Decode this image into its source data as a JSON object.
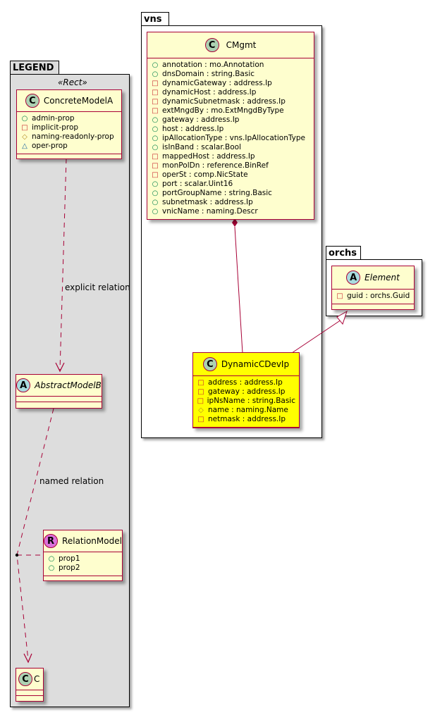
{
  "packages": {
    "legend": {
      "name": "LEGEND",
      "stereotype": "«Rect»"
    },
    "vns": {
      "name": "vns"
    },
    "orchs": {
      "name": "orchs"
    }
  },
  "visibility_symbols": {
    "public": "○",
    "private": "□",
    "protected": "◇",
    "package": "△"
  },
  "classes": {
    "concrete_model_a": {
      "name": "ConcreteModelA",
      "kind": "C",
      "attributes": [
        {
          "vis": "public",
          "text": "admin-prop"
        },
        {
          "vis": "private",
          "text": "implicit-prop"
        },
        {
          "vis": "protected",
          "text": "naming-readonly-prop"
        },
        {
          "vis": "package",
          "text": "oper-prop"
        }
      ]
    },
    "abstract_model_b": {
      "name": "AbstractModelB",
      "kind": "A",
      "attributes": []
    },
    "relation_model": {
      "name": "RelationModel",
      "kind": "R",
      "attributes": [
        {
          "vis": "public",
          "text": "prop1"
        },
        {
          "vis": "public",
          "text": "prop2"
        }
      ]
    },
    "c": {
      "name": "C",
      "kind": "C",
      "attributes": []
    },
    "cmgmt": {
      "name": "CMgmt",
      "kind": "C",
      "attributes": [
        {
          "vis": "public",
          "text": "annotation : mo.Annotation"
        },
        {
          "vis": "public",
          "text": "dnsDomain : string.Basic"
        },
        {
          "vis": "private",
          "text": "dynamicGateway : address.Ip"
        },
        {
          "vis": "private",
          "text": "dynamicHost : address.Ip"
        },
        {
          "vis": "private",
          "text": "dynamicSubnetmask : address.Ip"
        },
        {
          "vis": "private",
          "text": "extMngdBy : mo.ExtMngdByType"
        },
        {
          "vis": "public",
          "text": "gateway : address.Ip"
        },
        {
          "vis": "public",
          "text": "host : address.Ip"
        },
        {
          "vis": "public",
          "text": "ipAllocationType : vns.IpAllocationType"
        },
        {
          "vis": "public",
          "text": "isInBand : scalar.Bool"
        },
        {
          "vis": "private",
          "text": "mappedHost : address.Ip"
        },
        {
          "vis": "private",
          "text": "monPolDn : reference.BinRef"
        },
        {
          "vis": "private",
          "text": "operSt : comp.NicState"
        },
        {
          "vis": "public",
          "text": "port : scalar.Uint16"
        },
        {
          "vis": "public",
          "text": "portGroupName : string.Basic"
        },
        {
          "vis": "public",
          "text": "subnetmask : address.Ip"
        },
        {
          "vis": "public",
          "text": "vnicName : naming.Descr"
        }
      ]
    },
    "dynamic_cdev_ip": {
      "name": "DynamicCDevIp",
      "kind": "C",
      "highlight": "#ffff00",
      "attributes": [
        {
          "vis": "private",
          "text": "address : address.Ip"
        },
        {
          "vis": "private",
          "text": "gateway : address.Ip"
        },
        {
          "vis": "private",
          "text": "ipNsName : string.Basic"
        },
        {
          "vis": "protected",
          "text": "name : naming.Name"
        },
        {
          "vis": "private",
          "text": "netmask : address.Ip"
        }
      ]
    },
    "element": {
      "name": "Element",
      "kind": "A",
      "attributes": [
        {
          "vis": "private",
          "text": "guid : orchs.Guid"
        }
      ]
    }
  },
  "relations": [
    {
      "from": "ConcreteModelA",
      "to": "AbstractModelB",
      "type": "dependency",
      "label": "explicit relation"
    },
    {
      "from": "AbstractModelB",
      "to": "C",
      "type": "dependency",
      "label": "named relation",
      "association_class": "RelationModel"
    },
    {
      "from": "CMgmt",
      "to": "DynamicCDevIp",
      "type": "composition",
      "label": ""
    },
    {
      "from": "DynamicCDevIp",
      "to": "Element",
      "type": "generalization",
      "label": ""
    }
  ],
  "colors": {
    "class_fill": "#fefece",
    "class_border": "#a80036",
    "highlight_fill": "#ffff00",
    "legend_fill": "#dddddd",
    "edge": "#a80036"
  }
}
